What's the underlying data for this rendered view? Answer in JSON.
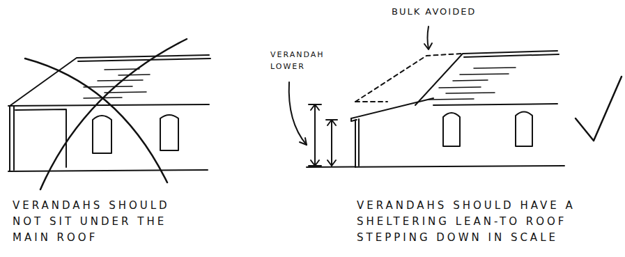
{
  "diagram": {
    "labels": [
      "BULK AVOIDED",
      "VERANDAH LOWER",
      "VERANDAHS SHOULD NOT SIT UNDER THE MAIN ROOF",
      "VERANDAHS SHOULD HAVE A SHELTERING LEAN-TO ROOF STEPPING DOWN IN SCALE"
    ]
  }
}
